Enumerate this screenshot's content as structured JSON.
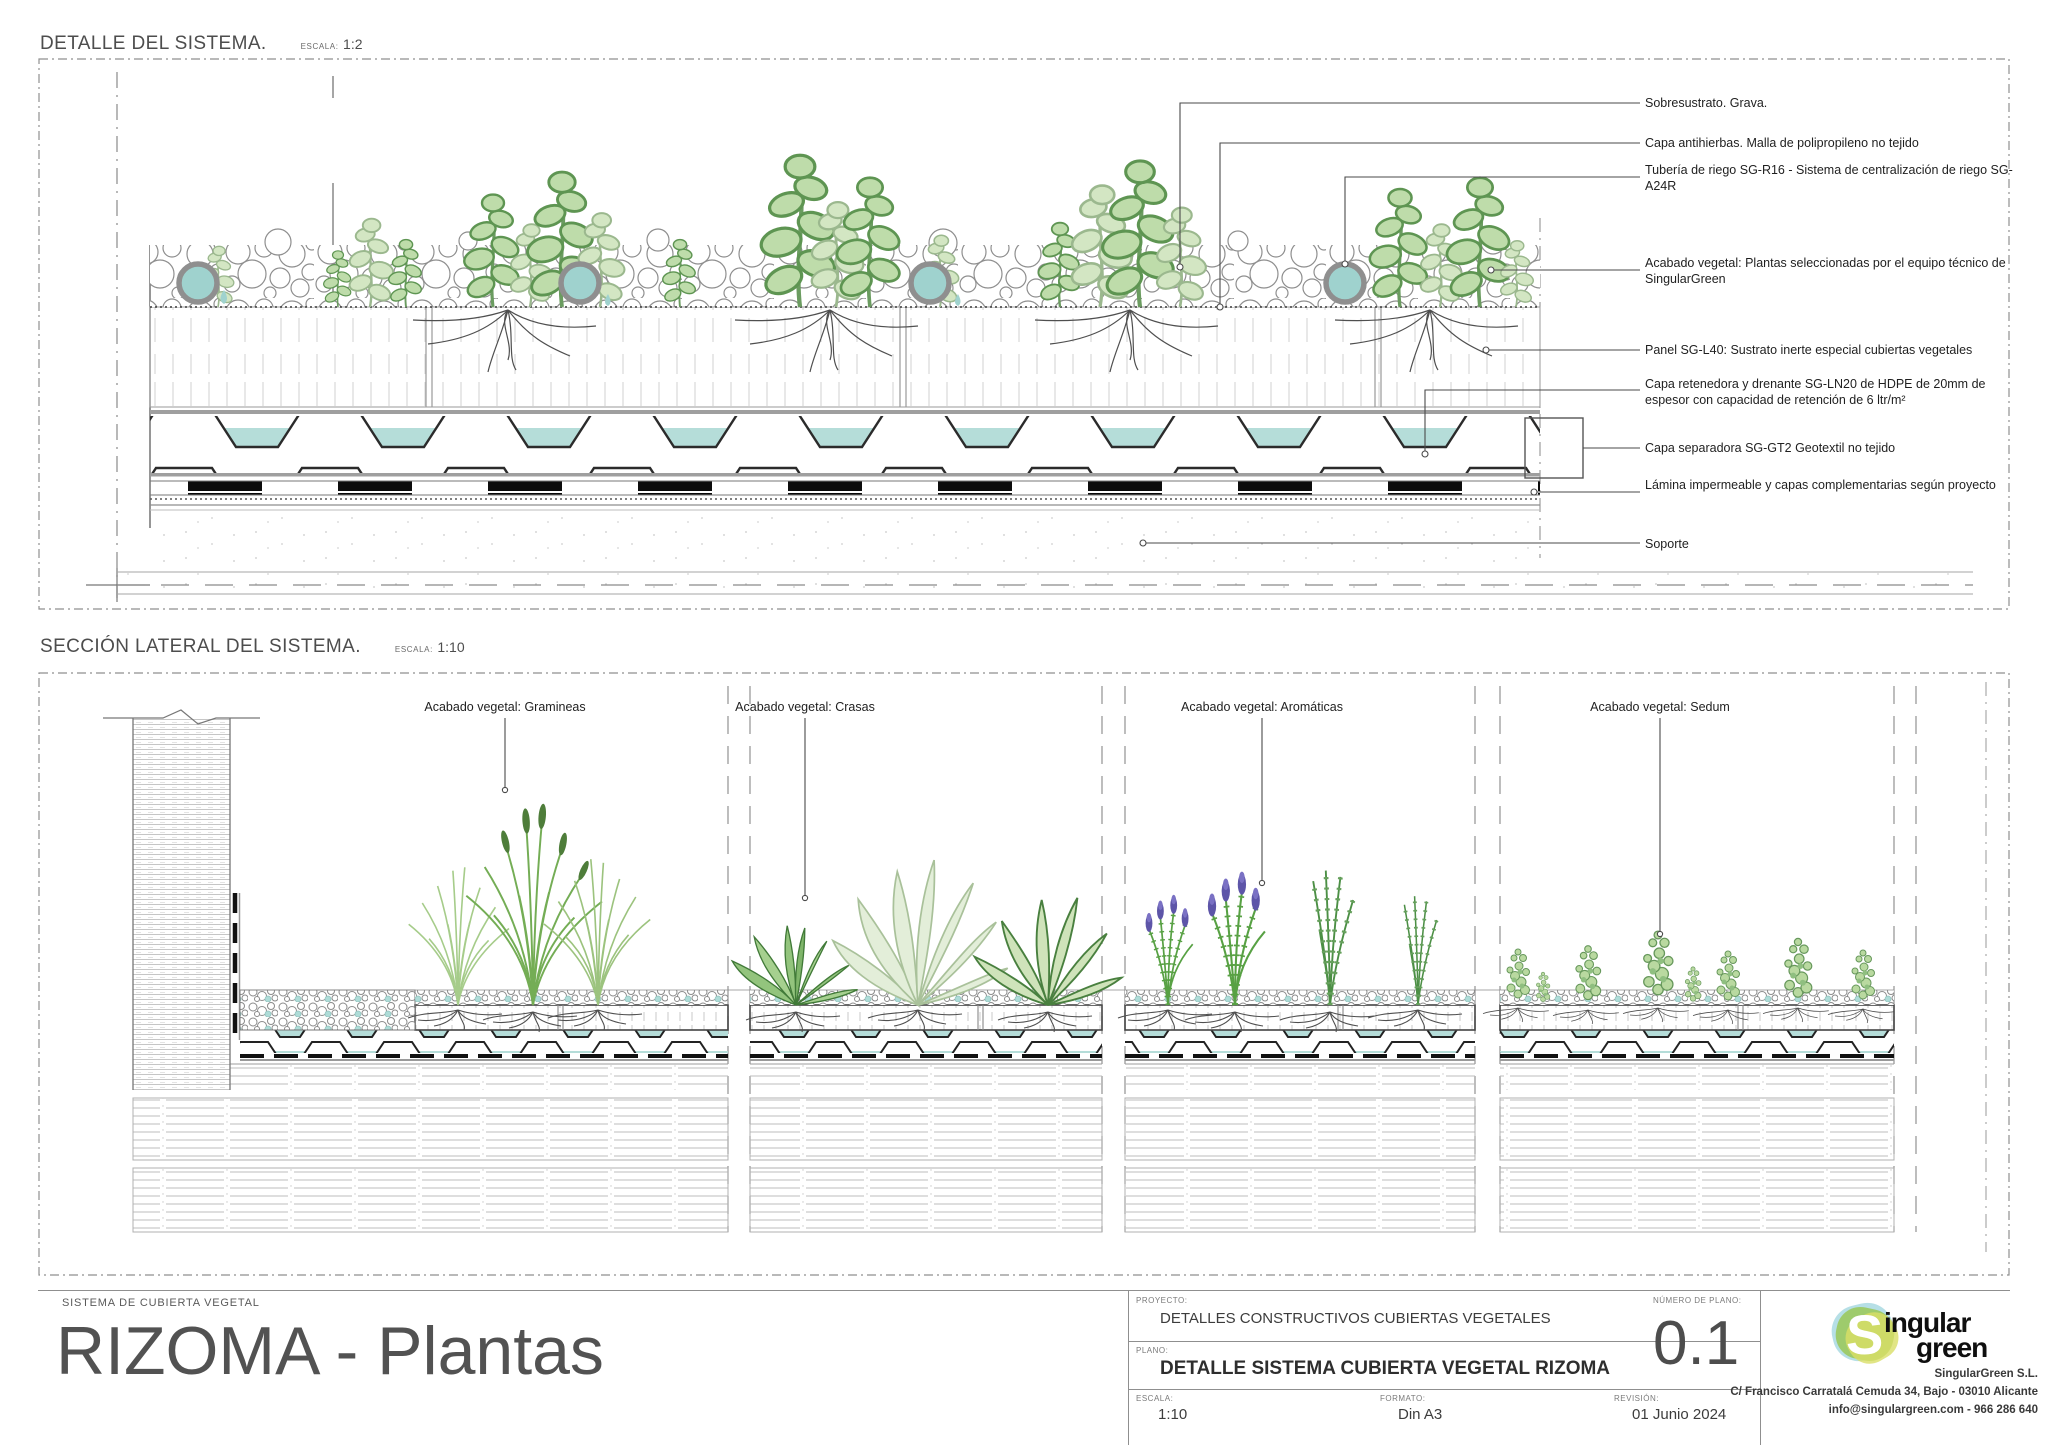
{
  "detail_section": {
    "title": "DETALLE DEL SISTEMA.",
    "scale_label": "ESCALA:",
    "scale_value": "1:2",
    "callouts": [
      {
        "text": "Sobresustrato. Grava."
      },
      {
        "text": "Capa antihierbas. Malla de polipropileno no tejido"
      },
      {
        "text": "Tubería de riego SG-R16 - Sistema de centralización de riego SG-A24R"
      },
      {
        "text": "Acabado vegetal: Plantas seleccionadas por el equipo técnico de SingularGreen"
      },
      {
        "text": "Panel SG-L40: Sustrato inerte especial cubiertas vegetales"
      },
      {
        "text": "Capa retenedora y drenante SG-LN20 de HDPE de 20mm de espesor con capacidad de retención de 6 ltr/m²"
      },
      {
        "text": "Capa separadora SG-GT2 Geotextil no tejido"
      },
      {
        "text": "Lámina impermeable y capas complementarias según proyecto"
      },
      {
        "text": "Soporte"
      }
    ]
  },
  "lateral_section": {
    "title": "SECCIÓN LATERAL DEL SISTEMA.",
    "scale_label": "ESCALA:",
    "scale_value": "1:10",
    "zones": [
      {
        "label": "Acabado vegetal: Gramineas"
      },
      {
        "label": "Acabado vegetal: Crasas"
      },
      {
        "label": "Acabado vegetal: Aromáticas"
      },
      {
        "label": "Acabado vegetal: Sedum"
      }
    ]
  },
  "title_block": {
    "system_label": "SISTEMA DE CUBIERTA VEGETAL",
    "sheet_title": "RIZOMA - Plantas",
    "project_label": "PROYECTO:",
    "project_value": "DETALLES CONSTRUCTIVOS CUBIERTAS VEGETALES",
    "plan_label": "PLANO:",
    "plan_value": "DETALLE SISTEMA CUBIERTA VEGETAL RIZOMA",
    "scale_label": "ESCALA:",
    "scale_value": "1:10",
    "format_label": "FORMATO:",
    "format_value": "Din A3",
    "revision_label": "REVISIÓN:",
    "revision_value": "01 Junio 2024",
    "number_label": "NÚMERO DE PLANO:",
    "number_value": "0.1"
  },
  "brand": {
    "logo_letter": "S",
    "logo_word_top": "ingular",
    "logo_word_bottom": "green",
    "company": "SingularGreen S.L.",
    "address": "C/ Francisco Carratalá Cemuda 34, Bajo -  03010 Alicante",
    "contact": "info@singulargreen.com    -    966 286 640"
  },
  "colors": {
    "water": "#aedcd8",
    "plant_light": "#d3e6c3",
    "plant_mid": "#bedcaa",
    "lavender": "#5d55a8",
    "logo_green": "#9bc95e",
    "logo_blue": "#a9d9e2",
    "logo_yellow": "#d9df66"
  }
}
